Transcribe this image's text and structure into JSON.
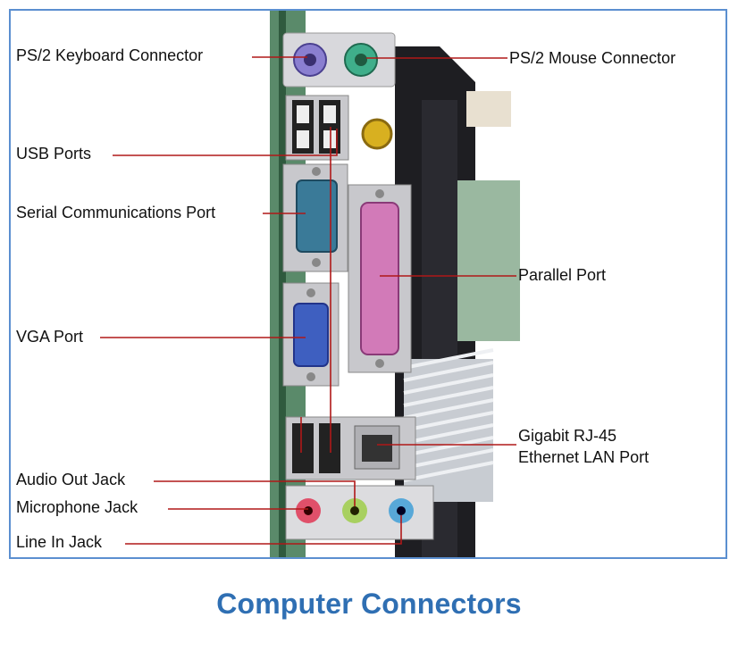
{
  "caption": "Computer Connectors",
  "labels": {
    "ps2_keyboard": "PS/2 Keyboard Connector",
    "ps2_mouse": "PS/2 Mouse Connector",
    "usb_ports": "USB Ports",
    "serial_port": "Serial Communications Port",
    "parallel_port": "Parallel Port",
    "vga_port": "VGA Port",
    "ethernet_line1": "Gigabit RJ-45",
    "ethernet_line2": "Ethernet LAN Port",
    "audio_out": "Audio Out Jack",
    "microphone": "Microphone Jack",
    "line_in": "Line In Jack"
  },
  "colors": {
    "frame_border": "#5b8fd0",
    "caption": "#2f6fb3",
    "leader_line": "#b01818",
    "ps2_keyboard": "#8a7fd0",
    "ps2_mouse": "#3fae8a",
    "serial": "#3a7a98",
    "parallel": "#d27ab8",
    "vga": "#3e5fc0",
    "audio_pink": "#e0506a",
    "audio_green": "#a8d060",
    "audio_blue": "#58a8d8"
  }
}
